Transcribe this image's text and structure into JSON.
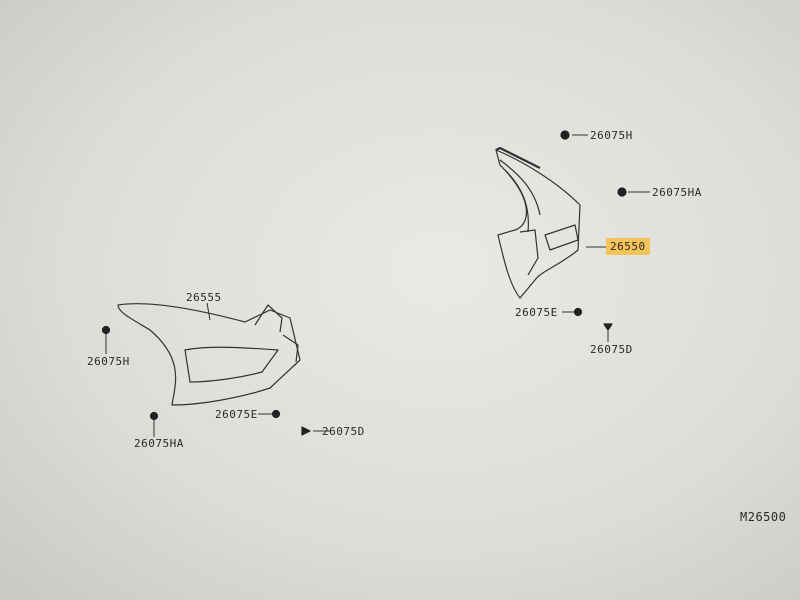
{
  "diagram": {
    "highlight_color": "#f4c45a",
    "line_color": "#333333",
    "background_color": "#e2e2de",
    "labels": {
      "rh_26075h": "26075H",
      "rh_26075ha": "26075HA",
      "rh_main": "26550",
      "rh_26075e": "26075E",
      "rh_26075d": "26075D",
      "lh_main": "26555",
      "lh_26075h": "26075H",
      "lh_26075e": "26075E",
      "lh_26075ha": "26075HA",
      "lh_26075d": "26075D"
    },
    "code": "M26500"
  }
}
